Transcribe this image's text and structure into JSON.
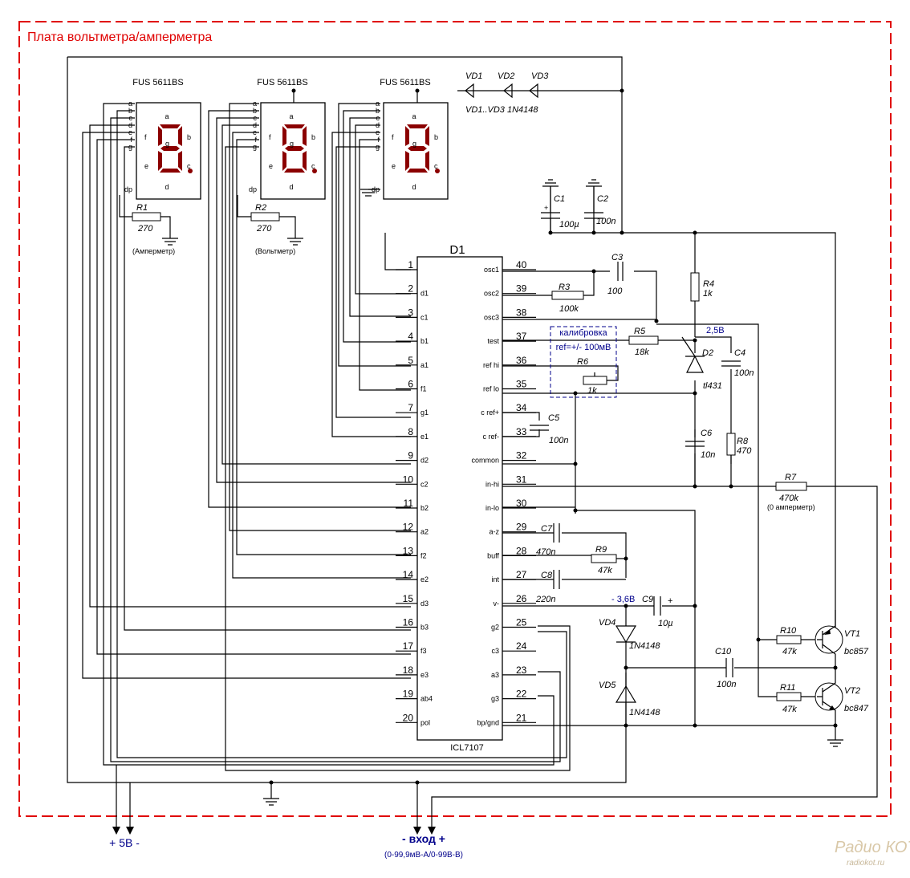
{
  "board_title": "Плата вольтметра/амперметра",
  "ic": {
    "ref": "D1",
    "part": "ICL7107",
    "left_pins": [
      {
        "num": "1",
        "name": ""
      },
      {
        "num": "2",
        "name": "d1"
      },
      {
        "num": "3",
        "name": "c1"
      },
      {
        "num": "4",
        "name": "b1"
      },
      {
        "num": "5",
        "name": "a1"
      },
      {
        "num": "6",
        "name": "f1"
      },
      {
        "num": "7",
        "name": "g1"
      },
      {
        "num": "8",
        "name": "e1"
      },
      {
        "num": "9",
        "name": "d2"
      },
      {
        "num": "10",
        "name": "c2"
      },
      {
        "num": "11",
        "name": "b2"
      },
      {
        "num": "12",
        "name": "a2"
      },
      {
        "num": "13",
        "name": "f2"
      },
      {
        "num": "14",
        "name": "e2"
      },
      {
        "num": "15",
        "name": "d3"
      },
      {
        "num": "16",
        "name": "b3"
      },
      {
        "num": "17",
        "name": "f3"
      },
      {
        "num": "18",
        "name": "e3"
      },
      {
        "num": "19",
        "name": "ab4"
      },
      {
        "num": "20",
        "name": "pol"
      }
    ],
    "right_pins": [
      {
        "num": "40",
        "name": "osc1"
      },
      {
        "num": "39",
        "name": "osc2"
      },
      {
        "num": "38",
        "name": "osc3"
      },
      {
        "num": "37",
        "name": "test"
      },
      {
        "num": "36",
        "name": "ref hi"
      },
      {
        "num": "35",
        "name": "ref lo"
      },
      {
        "num": "34",
        "name": "c ref+"
      },
      {
        "num": "33",
        "name": "c ref-"
      },
      {
        "num": "32",
        "name": "common"
      },
      {
        "num": "31",
        "name": "in-hi"
      },
      {
        "num": "30",
        "name": "in-lo"
      },
      {
        "num": "29",
        "name": "a-z"
      },
      {
        "num": "28",
        "name": "buff"
      },
      {
        "num": "27",
        "name": "int"
      },
      {
        "num": "26",
        "name": "v-"
      },
      {
        "num": "25",
        "name": "g2"
      },
      {
        "num": "24",
        "name": "c3"
      },
      {
        "num": "23",
        "name": "a3"
      },
      {
        "num": "22",
        "name": "g3"
      },
      {
        "num": "21",
        "name": "bp/gnd"
      }
    ]
  },
  "displays": [
    {
      "part": "FUS 5611BS"
    },
    {
      "part": "FUS 5611BS"
    },
    {
      "part": "FUS 5611BS"
    }
  ],
  "display_pins": [
    "a",
    "b",
    "c",
    "d",
    "e",
    "f",
    "g"
  ],
  "display_dp": "dp",
  "display_inner": {
    "a": "a",
    "b": "b",
    "c": "c",
    "d": "d",
    "e": "e",
    "f": "f",
    "g": "g"
  },
  "diodes_top": {
    "vd1": "VD1",
    "vd2": "VD2",
    "vd3": "VD3",
    "note": "VD1..VD3 1N4148"
  },
  "components": {
    "r1": {
      "ref": "R1",
      "value": "270",
      "note": "(Амперметр)"
    },
    "r2": {
      "ref": "R2",
      "value": "270",
      "note": "(Вольтметр)"
    },
    "c1": {
      "ref": "C1",
      "value": "100µ"
    },
    "c2": {
      "ref": "C2",
      "value": "100n"
    },
    "c3": {
      "ref": "C3",
      "value": "100"
    },
    "r3": {
      "ref": "R3",
      "value": "100k"
    },
    "r4": {
      "ref": "R4",
      "value": "1k"
    },
    "r5": {
      "ref": "R5",
      "value": "18k"
    },
    "r6": {
      "ref": "R6",
      "value": "1k"
    },
    "d2": {
      "ref": "D2",
      "value": "tl431"
    },
    "c4": {
      "ref": "C4",
      "value": "100n"
    },
    "c5": {
      "ref": "C5",
      "value": "100n"
    },
    "c6": {
      "ref": "C6",
      "value": "10n"
    },
    "r8": {
      "ref": "R8",
      "value": "470"
    },
    "r7": {
      "ref": "R7",
      "value": "470k",
      "note": "(0 амперметр)"
    },
    "c7": {
      "ref": "C7",
      "value": "470n"
    },
    "r9": {
      "ref": "R9",
      "value": "47k"
    },
    "c8": {
      "ref": "C8",
      "value": "220n"
    },
    "c9": {
      "ref": "C9",
      "value": "10µ"
    },
    "vd4": {
      "ref": "VD4",
      "value": "1N4148"
    },
    "vd5": {
      "ref": "VD5",
      "value": "1N4148"
    },
    "c10": {
      "ref": "C10",
      "value": "100n"
    },
    "r10": {
      "ref": "R10",
      "value": "47k"
    },
    "r11": {
      "ref": "R11",
      "value": "47k"
    },
    "vt1": {
      "ref": "VT1",
      "value": "bc857"
    },
    "vt2": {
      "ref": "VT2",
      "value": "bc847"
    }
  },
  "calibration": {
    "line1": "калибровка",
    "line2": "ref=+/- 100мВ"
  },
  "voltage_labels": {
    "ref": "2,5В",
    "neg": "- 3,6В"
  },
  "signs": {
    "plus": "+"
  },
  "power_label": "+ 5В -",
  "input_label": "- вход +",
  "input_range": "(0-99,9мВ-А/0-99В-В)",
  "watermark": {
    "logo": "Радио КОТ",
    "site": "radiokot.ru"
  },
  "colors": {
    "border": "#e00000",
    "accent": "#00008b",
    "segment": "#8b0000",
    "watermark": "#d9c8a8"
  }
}
